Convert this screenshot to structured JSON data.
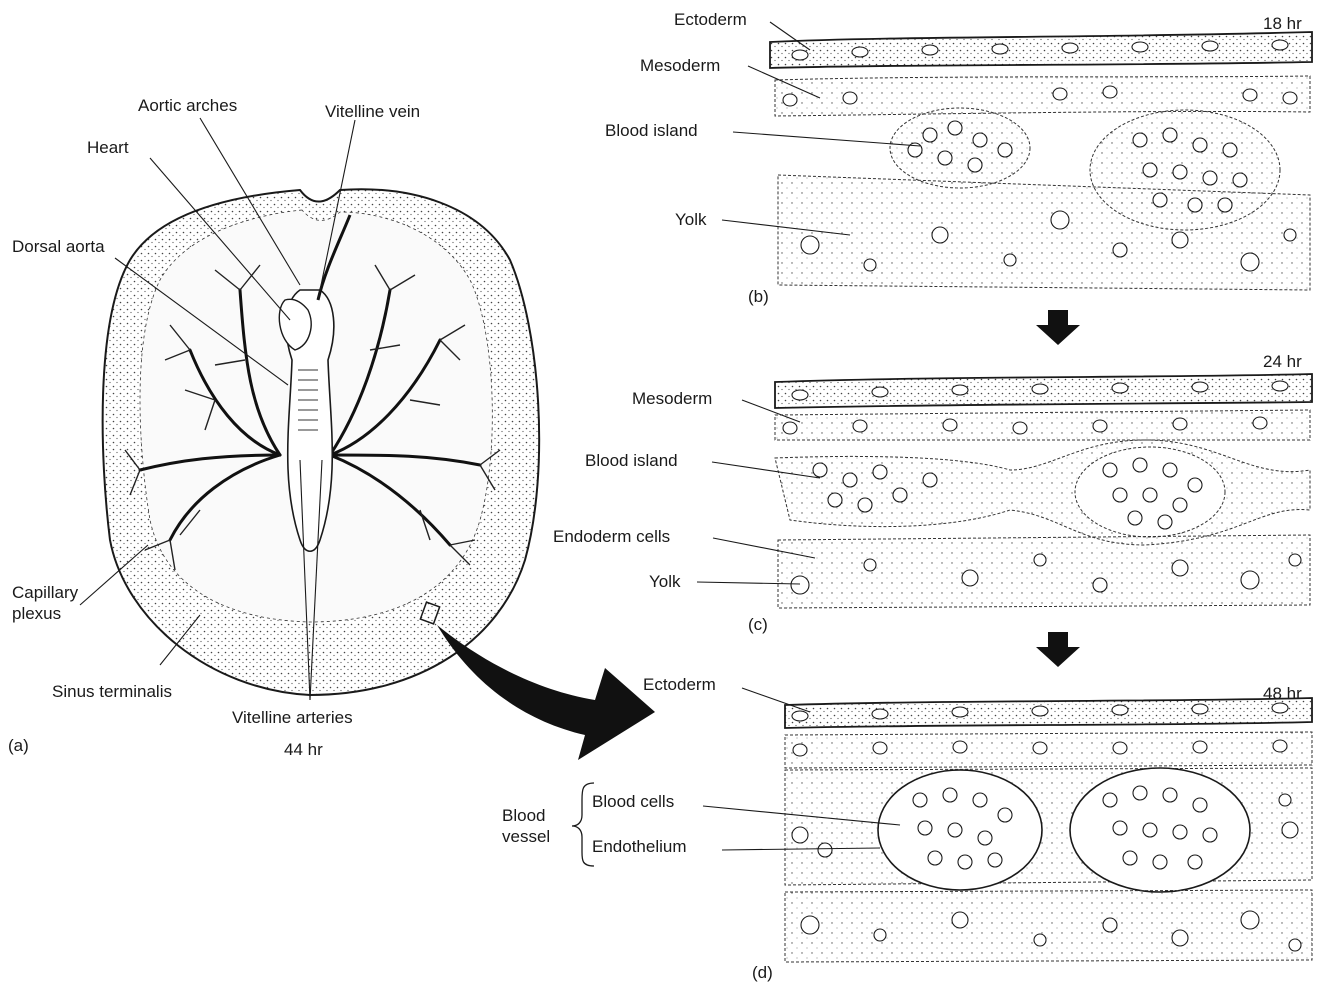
{
  "panel_a": {
    "letter": "(a)",
    "time": "44 hr",
    "labels": {
      "aortic_arches": "Aortic arches",
      "vitelline_vein": "Vitelline vein",
      "heart": "Heart",
      "dorsal_aorta": "Dorsal aorta",
      "capillary_plexus_1": "Capillary",
      "capillary_plexus_2": "plexus",
      "sinus_terminalis": "Sinus terminalis",
      "vitelline_arteries": "Vitelline arteries"
    }
  },
  "panel_b": {
    "letter": "(b)",
    "time": "18 hr",
    "labels": {
      "ectoderm": "Ectoderm",
      "mesoderm": "Mesoderm",
      "blood_island": "Blood island",
      "yolk": "Yolk"
    }
  },
  "panel_c": {
    "letter": "(c)",
    "time": "24 hr",
    "labels": {
      "mesoderm": "Mesoderm",
      "blood_island": "Blood island",
      "endoderm_cells": "Endoderm cells",
      "yolk": "Yolk"
    }
  },
  "panel_d": {
    "letter": "(d)",
    "time": "48 hr",
    "labels": {
      "ectoderm": "Ectoderm",
      "blood_vessel_1": "Blood",
      "blood_vessel_2": "vessel",
      "blood_cells": "Blood cells",
      "endothelium": "Endothelium"
    }
  },
  "colors": {
    "ink": "#1a1a1a",
    "background": "#ffffff",
    "stipple": "#555555"
  }
}
